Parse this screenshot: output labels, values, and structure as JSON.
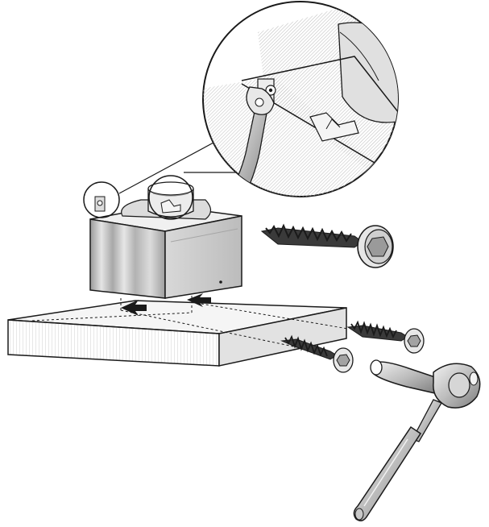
{
  "figure": {
    "kind": "installation-illustration",
    "palette": {
      "line": "#1a1a1a",
      "metal_light": "#eeeeee",
      "metal_mid": "#c9c9c9",
      "metal_dark": "#8c8c8c",
      "background": "#ffffff"
    },
    "parts": {
      "cabinet_board": "wall-cabinet-panel",
      "hood_body": "range-hood-body",
      "blower_collar": "exhaust-collar",
      "mounting_screws": 3,
      "wrench": "ratchet-wrench",
      "detail_callout": "magnified-bracket-detail"
    },
    "icons": [
      "screw-icon",
      "wrench-icon",
      "magnifier-callout-icon",
      "direction-arrow-icon"
    ]
  }
}
